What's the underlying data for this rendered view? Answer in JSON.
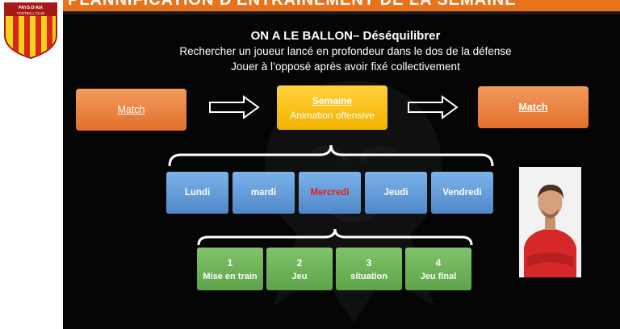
{
  "header": {
    "title": "PLANNIFICATION D'ENTRAINEMENT DE LA SEMAINE"
  },
  "logo": {
    "line1": "PAYS D'AIX",
    "line2": "FOOTBALL CLUB",
    "colors": {
      "yellow": "#f6d21a",
      "red": "#d9261c"
    }
  },
  "headline": "ON A LE BALLON– Déséquilibrer",
  "subtitle_line1": "Rechercher un joueur lancé en profondeur dans le dos de la défense",
  "subtitle_line2": "Jouer à l’opposé  après avoir fixé collectivement",
  "flow": {
    "left_match": "Match",
    "center_title": "Semaine",
    "center_subtitle": "Animation offensive",
    "right_match": "Match"
  },
  "days": [
    {
      "label": "Lundi",
      "highlighted": false
    },
    {
      "label": "mardi",
      "highlighted": false
    },
    {
      "label": "Mercredi",
      "highlighted": true
    },
    {
      "label": "Jeudi",
      "highlighted": false
    },
    {
      "label": "Vendredi",
      "highlighted": false
    }
  ],
  "steps": [
    {
      "number": "1",
      "label": "Mise en train"
    },
    {
      "number": "2",
      "label": "Jeu"
    },
    {
      "number": "3",
      "label": "situation"
    },
    {
      "number": "4",
      "label": "Jeu final"
    }
  ],
  "colors": {
    "accent_orange": "#e8731c",
    "box_yellow": "#f2b300",
    "day_blue": "#5a93d3",
    "step_green": "#66ab51",
    "highlight_red": "#e41e1e"
  }
}
